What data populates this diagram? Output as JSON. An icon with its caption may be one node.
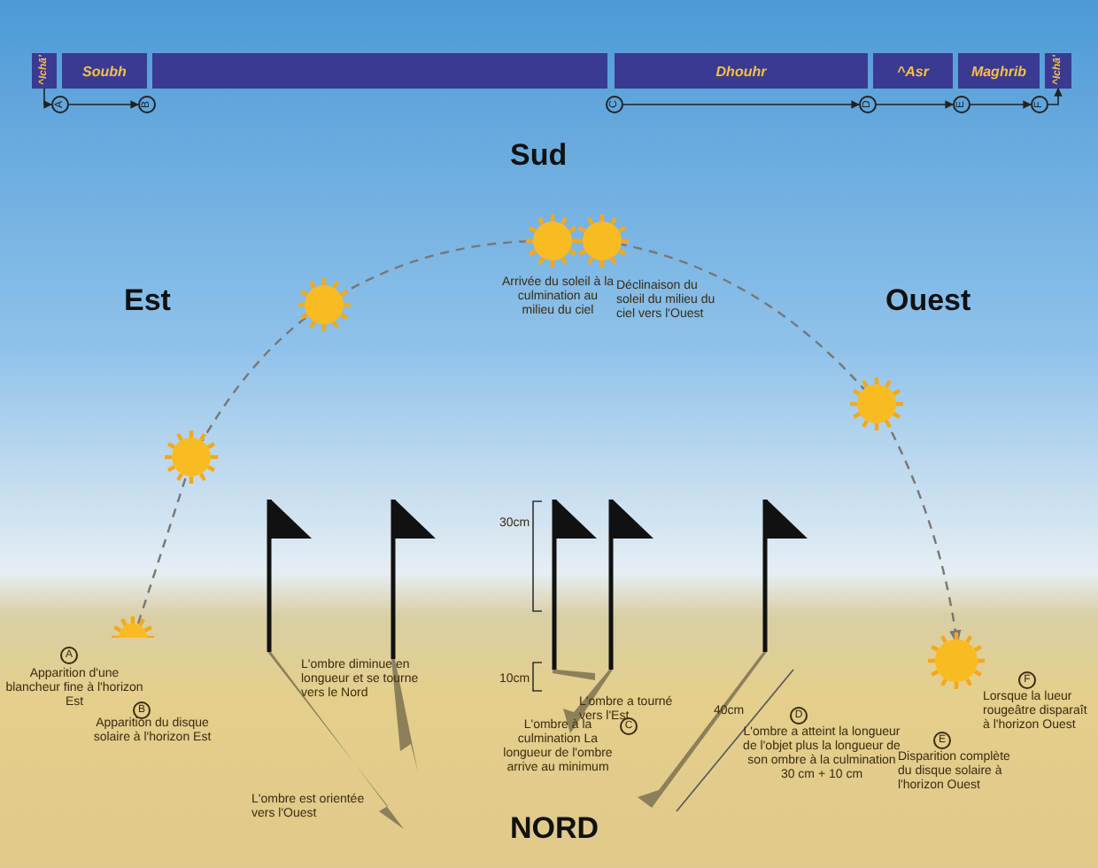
{
  "diagram": {
    "nodes": [
      {
        "text": [
          "^Ichā'"
        ]
      },
      {
        "text": [
          "Soubh"
        ]
      },
      {
        "text": [],
        "shape": "bar"
      },
      {
        "text": [
          "Dhouhr"
        ]
      },
      {
        "text": [
          "^Asr"
        ]
      },
      {
        "text": [
          "Maghrib"
        ]
      },
      {
        "text": [
          "^Ichā'"
        ]
      },
      {
        "text": [
          "A"
        ]
      },
      {
        "text": [
          "B"
        ]
      },
      {
        "text": [
          "C"
        ]
      },
      {
        "text": [
          "D"
        ]
      },
      {
        "text": [
          "E"
        ]
      },
      {
        "text": [
          "F"
        ]
      }
    ],
    "edges": [
      {
        "from": 0,
        "to": 7,
        "arrow": "to"
      },
      {
        "from": 7,
        "to": 8,
        "arrow": "to"
      },
      {
        "from": 9,
        "to": 10,
        "arrow": "to"
      },
      {
        "from": 10,
        "to": 11,
        "arrow": "to"
      },
      {
        "from": 11,
        "to": 12,
        "arrow": "to"
      },
      {
        "from": 12,
        "to": 6,
        "arrow": "to"
      }
    ],
    "labels": [
      "Sud",
      "Est",
      "Ouest",
      "Arrivée du soleil à la culmination au milieu du ciel",
      "Déclinaison du soleil du milieu du ciel vers l'Ouest",
      "30cm",
      "A",
      "Apparition d'une blancheur fine à l'horizon Est",
      "10cm",
      "L'ombre diminue en longueur et se tourne vers le Nord",
      "B",
      "Apparition du disque solaire à l'horizon Est",
      "L'ombre a tourné vers l'Est",
      "40cm",
      "D",
      "F",
      "Lorsque la lueur rougeâtre disparaît à l'horizon Ouest",
      "C",
      "L'ombre à la culmination La longueur de l'ombre arrive au minimum",
      "L'ombre a atteint la longueur de l'objet plus la longueur de son ombre à la culmination 30 cm + 10 cm",
      "E",
      "Disparition complète du disque solaire à l'horizon Ouest",
      "L'ombre est orientée vers l'Ouest",
      "NORD"
    ]
  }
}
